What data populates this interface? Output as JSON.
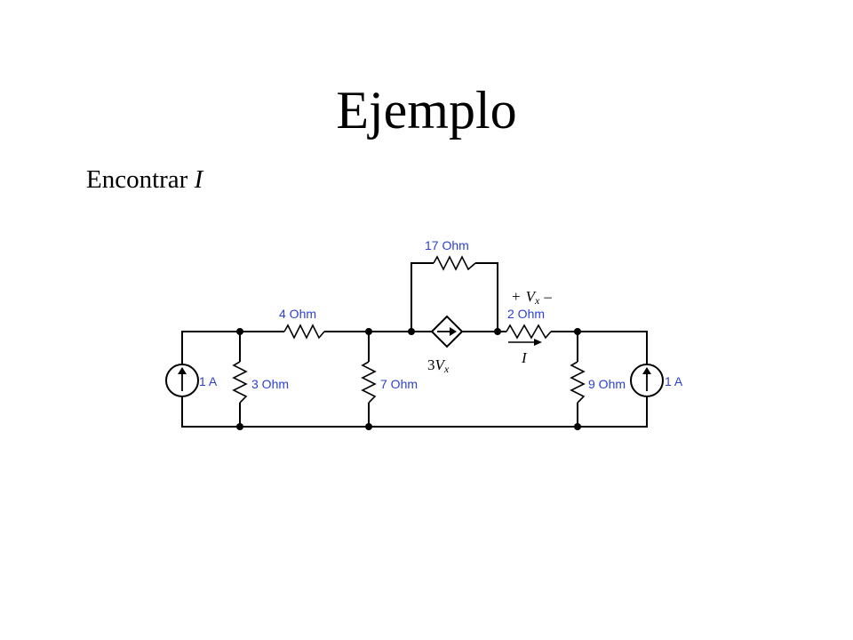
{
  "slide": {
    "title": "Ejemplo",
    "subtitle_prefix": "Encontrar ",
    "subtitle_var": "I"
  },
  "circuit": {
    "source_left": "1 A",
    "source_right": "1 A",
    "r_3": "3 Ohm",
    "r_4": "4 Ohm",
    "r_7": "7 Ohm",
    "r_17": "17 Ohm",
    "r_2": "2 Ohm",
    "r_9": "9 Ohm",
    "dep_source_coef": "3",
    "dep_source_var": "V",
    "dep_source_sub": "x",
    "vx_plus": "+",
    "vx_var": "V",
    "vx_sub": "x",
    "vx_minus": "–",
    "current_label": "I"
  }
}
